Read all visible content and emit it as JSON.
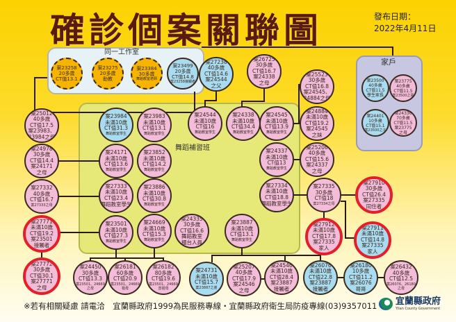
{
  "title": "確診個案關聯圖",
  "publish": {
    "label": "發布日期：",
    "date": "2022年4月11日"
  },
  "groups": {
    "studio": "同一工作室",
    "household": "家戶",
    "dance": "舞蹈補習班"
  },
  "node_colors": {
    "pink": "#f3bcd9",
    "blue": "#a9dcf0",
    "orange": "#f6b400",
    "red_border": "#e3202a"
  },
  "nodes": [
    {
      "color": "orange",
      "lines": [
        "案23258",
        "20多歲",
        "CT值13.1"
      ]
    },
    {
      "color": "orange",
      "lines": [
        "案23275",
        "20多歲",
        "助教"
      ]
    },
    {
      "color": "orange",
      "lines": [
        "案23384",
        "30多歲"
      ],
      "note": "舞蹈教室老師"
    },
    {
      "color": "blue",
      "lines": [
        "案23499",
        "20多歲",
        "CT值14.8"
      ],
      "note": "案23258接觸者"
    },
    {
      "color": "blue",
      "lines": [
        "案27238",
        "40多歲",
        "CT值14.6",
        "案24544",
        "之父"
      ]
    },
    {
      "color": "pink",
      "lines": [
        "案26725",
        "30多歲",
        "CT值16.7",
        "案24338",
        "之母"
      ]
    },
    {
      "color": "blue",
      "lines": [
        "案23500",
        "40多歲",
        "CT值11.5",
        "學生家長"
      ]
    },
    {
      "color": "pink",
      "lines": [
        "案23775",
        "40多歲",
        "CT值11.5"
      ],
      "note": "案23500之妻"
    },
    {
      "color": "blue",
      "lines": [
        "案24401",
        "10多歲",
        "CT值15.1"
      ],
      "note": "案23500之子"
    },
    {
      "color": "pink",
      "lines": [
        "案24336",
        "70多歲",
        "CT值11.5",
        "案23775",
        "之母"
      ]
    },
    {
      "color": "pink",
      "lines": [
        "案25012",
        "40多歲",
        "CT值17.5",
        "案23983、",
        "23984之母"
      ]
    },
    {
      "color": "blue",
      "lines": [
        "案23984",
        "未滿10歲",
        "CT值31.3"
      ],
      "note": "舞蹈教室學生"
    },
    {
      "color": "pink",
      "lines": [
        "案23983",
        "未滿10歲",
        "CT值13.1"
      ],
      "note": "舞蹈教室學生"
    },
    {
      "color": "pink",
      "lines": [
        "案24544",
        "未滿10歲",
        "CT值16"
      ],
      "note": "舞蹈教室學生"
    },
    {
      "color": "pink",
      "lines": [
        "案24338",
        "未滿10歲",
        "CT值34.4"
      ],
      "note": "舞蹈教室學生"
    },
    {
      "color": "pink",
      "lines": [
        "案24545",
        "未滿10歲",
        "CT值13.9"
      ],
      "note": "舞蹈教室學生"
    },
    {
      "color": "pink",
      "lines": [
        "案25523",
        "30多歲",
        "CT值16.8",
        "案24545、",
        "24884之母"
      ]
    },
    {
      "color": "pink",
      "lines": [
        "案24884",
        "未滿10歲",
        "CT值19.2",
        "案24545",
        "之妹"
      ]
    },
    {
      "color": "pink",
      "lines": [
        "案24978",
        "30多歲",
        "CT值14.4",
        "案24171",
        "之母"
      ]
    },
    {
      "color": "pink",
      "lines": [
        "案24171",
        "未滿10歲",
        "CT值13.6"
      ],
      "note": "舞蹈教室學生"
    },
    {
      "color": "pink",
      "lines": [
        "案23852",
        "未滿10歲",
        "CT值14.2"
      ],
      "note": "舞蹈教室學生"
    },
    {
      "color": "pink",
      "lines": [
        "案24337",
        "未滿10歲",
        "CT值13"
      ],
      "note": "舞蹈教室學生"
    },
    {
      "color": "pink",
      "lines": [
        "案25206",
        "40多歲",
        "CT值15.6",
        "案24337",
        "之母"
      ]
    },
    {
      "color": "pink",
      "lines": [
        "案27332",
        "40多歲",
        "CT值16.7"
      ],
      "note": "案27333之母"
    },
    {
      "color": "pink",
      "lines": [
        "案27333",
        "未滿10歲",
        "CT值23.4",
        "舞蹈教室學生"
      ]
    },
    {
      "color": "pink",
      "lines": [
        "案23886",
        "未滿10歲",
        "CT值30.8"
      ],
      "note": "舞蹈教室學生"
    },
    {
      "color": "pink",
      "lines": [
        "案27334",
        "未滿10歲",
        "CT值18.8",
        "舞蹈教室學生"
      ]
    },
    {
      "color": "pink",
      "lines": [
        "案27335",
        "30多歲",
        "CT值18"
      ],
      "note": "案27334之母"
    },
    {
      "color": "pink",
      "red": true,
      "lines": [
        "案27910",
        "30多歲",
        "CT值26.4",
        "案27335",
        "同住者"
      ]
    },
    {
      "color": "pink",
      "red": true,
      "lines": [
        "案27771",
        "未滿10歲",
        "CT值19.2",
        "案23501",
        "接觸者"
      ]
    },
    {
      "color": "pink",
      "lines": [
        "案23501",
        "未滿10歲",
        "CT值27.3"
      ],
      "note": "舞蹈教室學生"
    },
    {
      "color": "pink",
      "lines": [
        "案24669",
        "未滿10歲",
        "CT值15.3"
      ],
      "note": "舞蹈教室學生"
    },
    {
      "color": "pink",
      "lines": [
        "案24335",
        "30多歲",
        "CT值16.6",
        "舞蹈教室",
        "櫃台人員"
      ]
    },
    {
      "color": "pink",
      "lines": [
        "案23887",
        "未滿10歲",
        "CT值13.1"
      ],
      "note": "舞蹈教室學生"
    },
    {
      "color": "pink",
      "red": true,
      "lines": [
        "案27912",
        "未滿10歲",
        "CT值17.8",
        "案27335",
        "家人"
      ]
    },
    {
      "color": "blue",
      "red": true,
      "lines": [
        "案27911",
        "未滿10歲",
        "CT值14.8",
        "案27335",
        "家人"
      ]
    },
    {
      "color": "pink",
      "red": true,
      "lines": [
        "案27772",
        "30多歲",
        "CT值30.1",
        "案27771",
        "之母"
      ]
    },
    {
      "color": "pink",
      "lines": [
        "案24450",
        "30多歲",
        "CT值13.3"
      ],
      "note": "案23501、24669之母"
    },
    {
      "color": "pink",
      "lines": [
        "案26181",
        "60多歲",
        "CT值20.9"
      ],
      "note": "案23501、24669祖母"
    },
    {
      "color": "pink",
      "lines": [
        "案26182",
        "80多歲",
        "CT值19.6"
      ],
      "note": "案23501、24669曾祖母"
    },
    {
      "color": "blue",
      "lines": [
        "案24731",
        "未滿10歲",
        "CT值15.7"
      ],
      "note": "案23887之弟"
    },
    {
      "color": "pink",
      "lines": [
        "案25207",
        "40多歲",
        "CT值17.9",
        "案24546",
        "之母"
      ]
    },
    {
      "color": "pink",
      "lines": [
        "案24546",
        "未滿10歲",
        "CT值28.4",
        "案23887",
        "接觸者"
      ]
    },
    {
      "color": "blue",
      "lines": [
        "案26076",
        "未滿10歲",
        "CT值22.8",
        "案23887",
        "接觸者"
      ]
    },
    {
      "color": "blue",
      "lines": [
        "案26180",
        "10多歲",
        "CT值11.2",
        "案26076",
        "哥哥"
      ]
    },
    {
      "color": "pink",
      "lines": [
        "案26432",
        "40多歲",
        "CT值12.5"
      ],
      "note": "案26076、26180之母"
    }
  ],
  "footer": "※若有相關疑慮 請電洽　宜蘭縣政府1999為民服務專線・宜蘭縣政府衛生局防疫專線(03)9357011",
  "logo": {
    "name_cn": "宜蘭縣政府",
    "name_en": "Yilan County Government"
  }
}
